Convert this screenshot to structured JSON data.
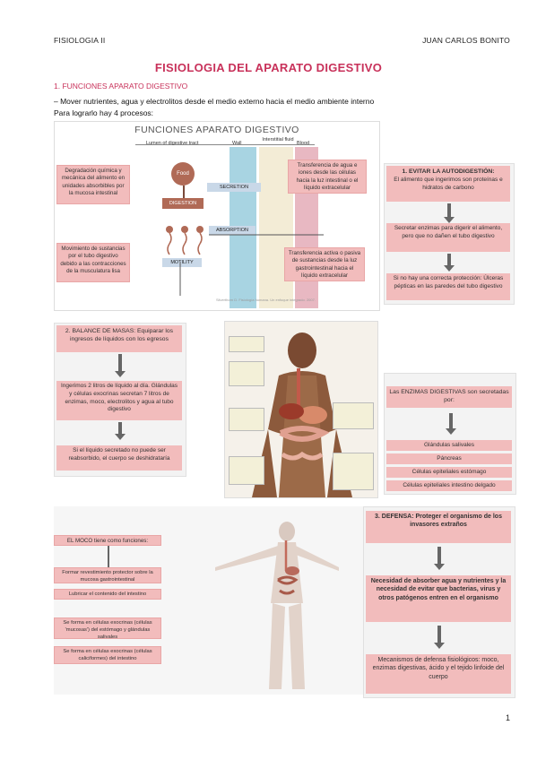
{
  "header": {
    "left": "FISIOLOGIA II",
    "right": "JUAN CARLOS BONITO"
  },
  "title": "FISIOLOGIA DEL APARATO DIGESTIVO",
  "section1": "1.  FUNCIONES APARATO DIGESTIVO",
  "bullet": "–     Mover nutrientes, agua y electrolitos desde el medio externo hacia el medio ambiente interno",
  "intro": "Para lograrlo hay 4 procesos:",
  "panel1": {
    "title": "FUNCIONES APARATO DIGESTIVO",
    "columns": [
      "Lumen of digestive tract",
      "Wall",
      "Interstitial fluid",
      "Blood"
    ],
    "left_boxes": [
      "Degradación química y mecánica del alimento en unidades absorbibles por la mucosa intestinal",
      "Movimiento de sustancias por el tubo digestivo debido a las contracciones de la musculatura lisa"
    ],
    "right_boxes": [
      "Transferencia de agua e iones desde las células hacia la luz intestinal o el líquido extracelular",
      "Transferencia activa o pasiva de sustancias desde la luz gastrointestinal hacia el líquido extracelular"
    ],
    "labels": {
      "food": "Food",
      "secretion": "SECRETION",
      "digestion": "DIGESTION",
      "absorption": "ABSORPTION",
      "motility": "MOTILITY"
    },
    "credit": "Silverthorn D. Fisiología humana. Un enfoque integrado. 2007."
  },
  "panel1_right": {
    "heading": "1. EVITAR LA AUTODIGESTIÓN:",
    "sub": "El alimento que ingerimos son proteínas e hidratos de carbono",
    "mid": "Secretar enzimas para digerir el alimento, pero que no dañen el tubo digestivo",
    "bottom": "Si no hay una correcta protección: Úlceras pépticas en las paredes del tubo digestivo"
  },
  "panel2": {
    "heading": "2. BALANCE DE MASAS: Equiparar los ingresos de líquidos con los egresos",
    "mid": "Ingerimos 2 litros de líquido al día. Glándulas y células exocrinas secretan 7 litros de enzimas, moco, electrolitos y agua al tubo digestivo",
    "bottom": "Si el líquido secretado no puede ser reabsorbido, el cuerpo se deshidrataría"
  },
  "panel2_right": {
    "heading": "Las ENZIMAS DIGESTIVAS son secretadas por:",
    "items": [
      "Glándulas salivales",
      "Páncreas",
      "Células epiteliales estómago",
      "Células epiteliales intestino delgado"
    ]
  },
  "panel3": {
    "moco": "EL MOCO tiene como funciones:",
    "f1": "Formar revestimiento protector sobre la mucosa gastrointestinal",
    "f2": "Lubricar el contenido del intestino",
    "s1": "Se forma en células exocrinas (células 'mucosas') del estómago y glándulas salivales",
    "s2": "Se forma en células exocrinas (células caliciformes) del intestino"
  },
  "panel3_right": {
    "heading": "3. DEFENSA: Proteger el organismo de los invasores extraños",
    "mid": "Necesidad de absorber agua y nutrientes y la necesidad de evitar que bacterias, virus y otros patógenos entren en el organismo",
    "bottom": "Mecanismos de defensa fisiológicos: moco, enzimas digestivas, ácido y el tejido linfoide del cuerpo"
  },
  "page_number": "1",
  "colors": {
    "accent": "#c8315a",
    "pink_box": "#f2bcbc",
    "arrow": "#666666"
  }
}
